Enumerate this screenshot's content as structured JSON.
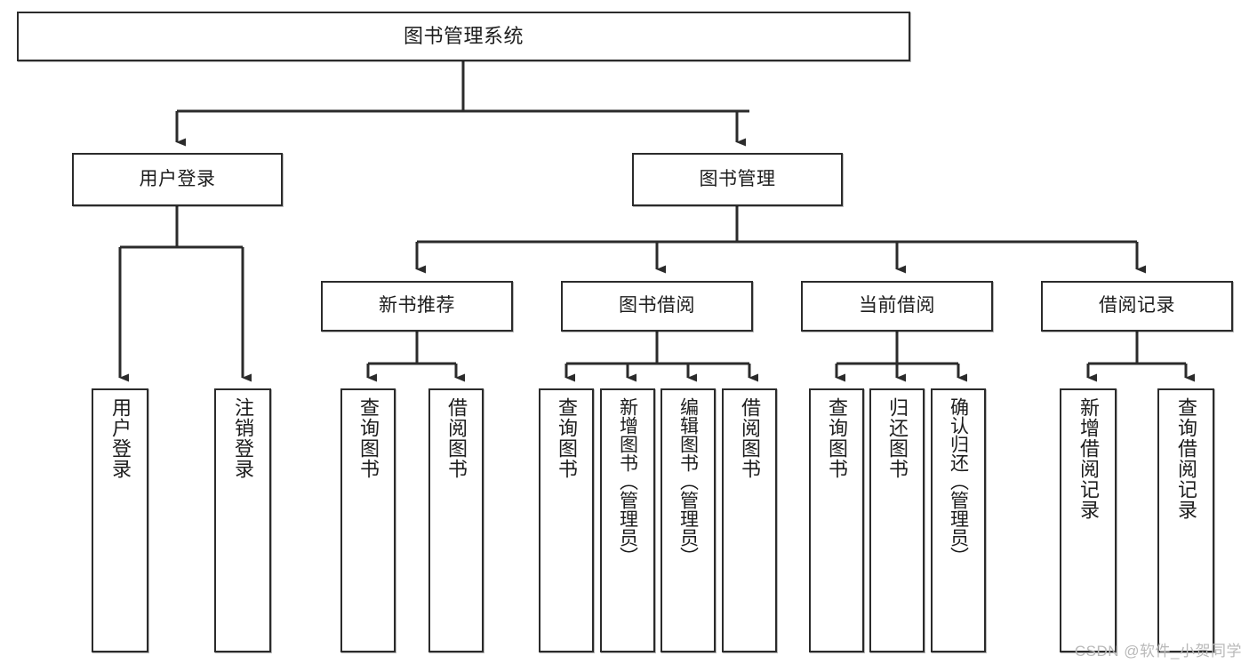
{
  "diagram": {
    "title": "图书管理系统",
    "type": "tree-hierarchy",
    "watermark": "CSDN @软件_小贺同学",
    "colors": {
      "box_border": "#2b2b2b",
      "box_fill": "#ffffff",
      "edge": "#2b2b2b",
      "text": "#1d1d1d",
      "watermark": "#b9b9b9"
    },
    "levels": {
      "root": "图书管理系统",
      "level2": [
        "用户登录",
        "图书管理"
      ],
      "level3": [
        "新书推荐",
        "图书借阅",
        "当前借阅",
        "借阅记录"
      ],
      "level4": [
        "用户登录",
        "注销登录",
        "查询图书",
        "借阅图书",
        "查询图书",
        "新增图书（管理员）",
        "编辑图书（管理员）",
        "借阅图书",
        "查询图书",
        "归还图书",
        "确认归还（管理员）",
        "新增借阅记录",
        "查询借阅记录"
      ]
    },
    "nodes": {
      "root": {
        "label": "图书管理系统"
      },
      "user_login": {
        "label": "用户登录"
      },
      "book_manage": {
        "label": "图书管理"
      },
      "new_book_rec": {
        "label": "新书推荐"
      },
      "book_borrow": {
        "label": "图书借阅"
      },
      "current_borrow": {
        "label": "当前借阅"
      },
      "borrow_record": {
        "label": "借阅记录"
      },
      "leaf_user_login": {
        "label": "用户登录"
      },
      "leaf_logout": {
        "label": "注销登录"
      },
      "leaf_query_book_1": {
        "label": "查询图书"
      },
      "leaf_borrow_book_1": {
        "label": "借阅图书"
      },
      "leaf_query_book_2": {
        "label": "查询图书"
      },
      "leaf_add_book_admin": {
        "label": "新增图书（管理员）"
      },
      "leaf_edit_book_admin": {
        "label": "编辑图书（管理员）"
      },
      "leaf_borrow_book_2": {
        "label": "借阅图书"
      },
      "leaf_query_book_3": {
        "label": "查询图书"
      },
      "leaf_return_book": {
        "label": "归还图书"
      },
      "leaf_confirm_return_admin": {
        "label": "确认归还（管理员）"
      },
      "leaf_add_borrow_record": {
        "label": "新增借阅记录"
      },
      "leaf_query_borrow_record": {
        "label": "查询借阅记录"
      }
    }
  }
}
